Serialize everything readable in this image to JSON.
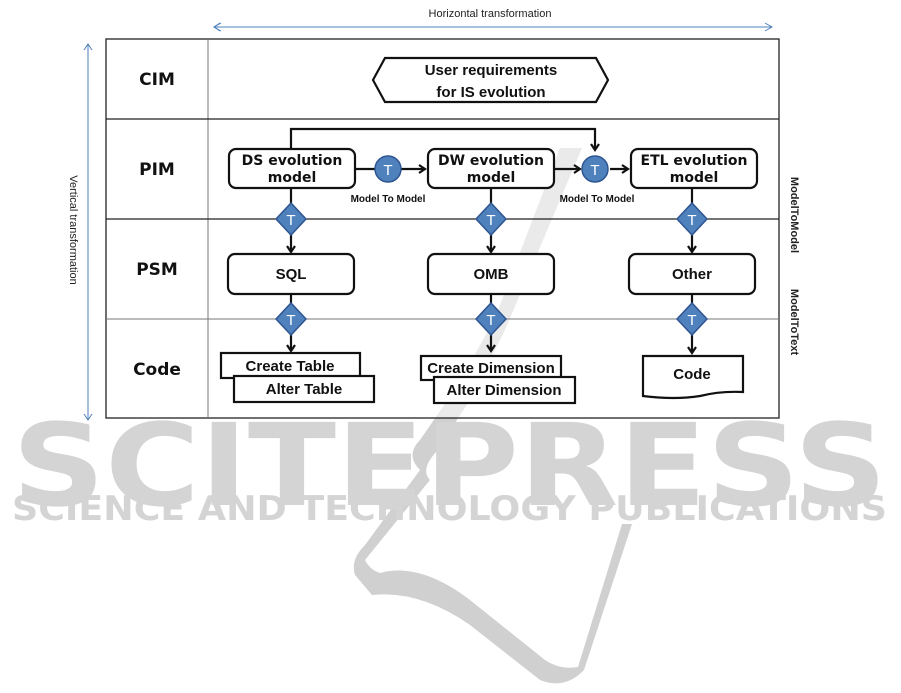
{
  "axes": {
    "horizontal_label": "Horizontal transformation",
    "vertical_label": "Vertical transformation",
    "right_label_top": "ModelToModel",
    "right_label_bottom": "ModelToText"
  },
  "levels": [
    "CIM",
    "PIM",
    "PSM",
    "Code"
  ],
  "cim": {
    "line1": "User requirements",
    "line2": "for IS evolution"
  },
  "pim": {
    "models": [
      {
        "line1": "DS evolution",
        "line2": "model"
      },
      {
        "line1": "DW evolution",
        "line2": "model"
      },
      {
        "line1": "ETL evolution",
        "line2": "model"
      }
    ],
    "transform_labels": [
      "Model To Model",
      "Model To Model"
    ]
  },
  "psm": {
    "platforms": [
      "SQL",
      "OMB",
      "Other"
    ]
  },
  "code": {
    "sql": [
      "Create Table",
      "Alter Table"
    ],
    "omb": [
      "Create Dimension",
      "Alter Dimension"
    ],
    "other": "Code"
  },
  "transform_glyph": "T",
  "watermark": {
    "title": "SCITEPRESS",
    "subtitle": "SCIENCE AND TECHNOLOGY PUBLICATIONS"
  },
  "colors": {
    "transform_node": "#4f81bd",
    "axis_arrow": "#4f81bd",
    "watermark": "#d0d0d0"
  }
}
